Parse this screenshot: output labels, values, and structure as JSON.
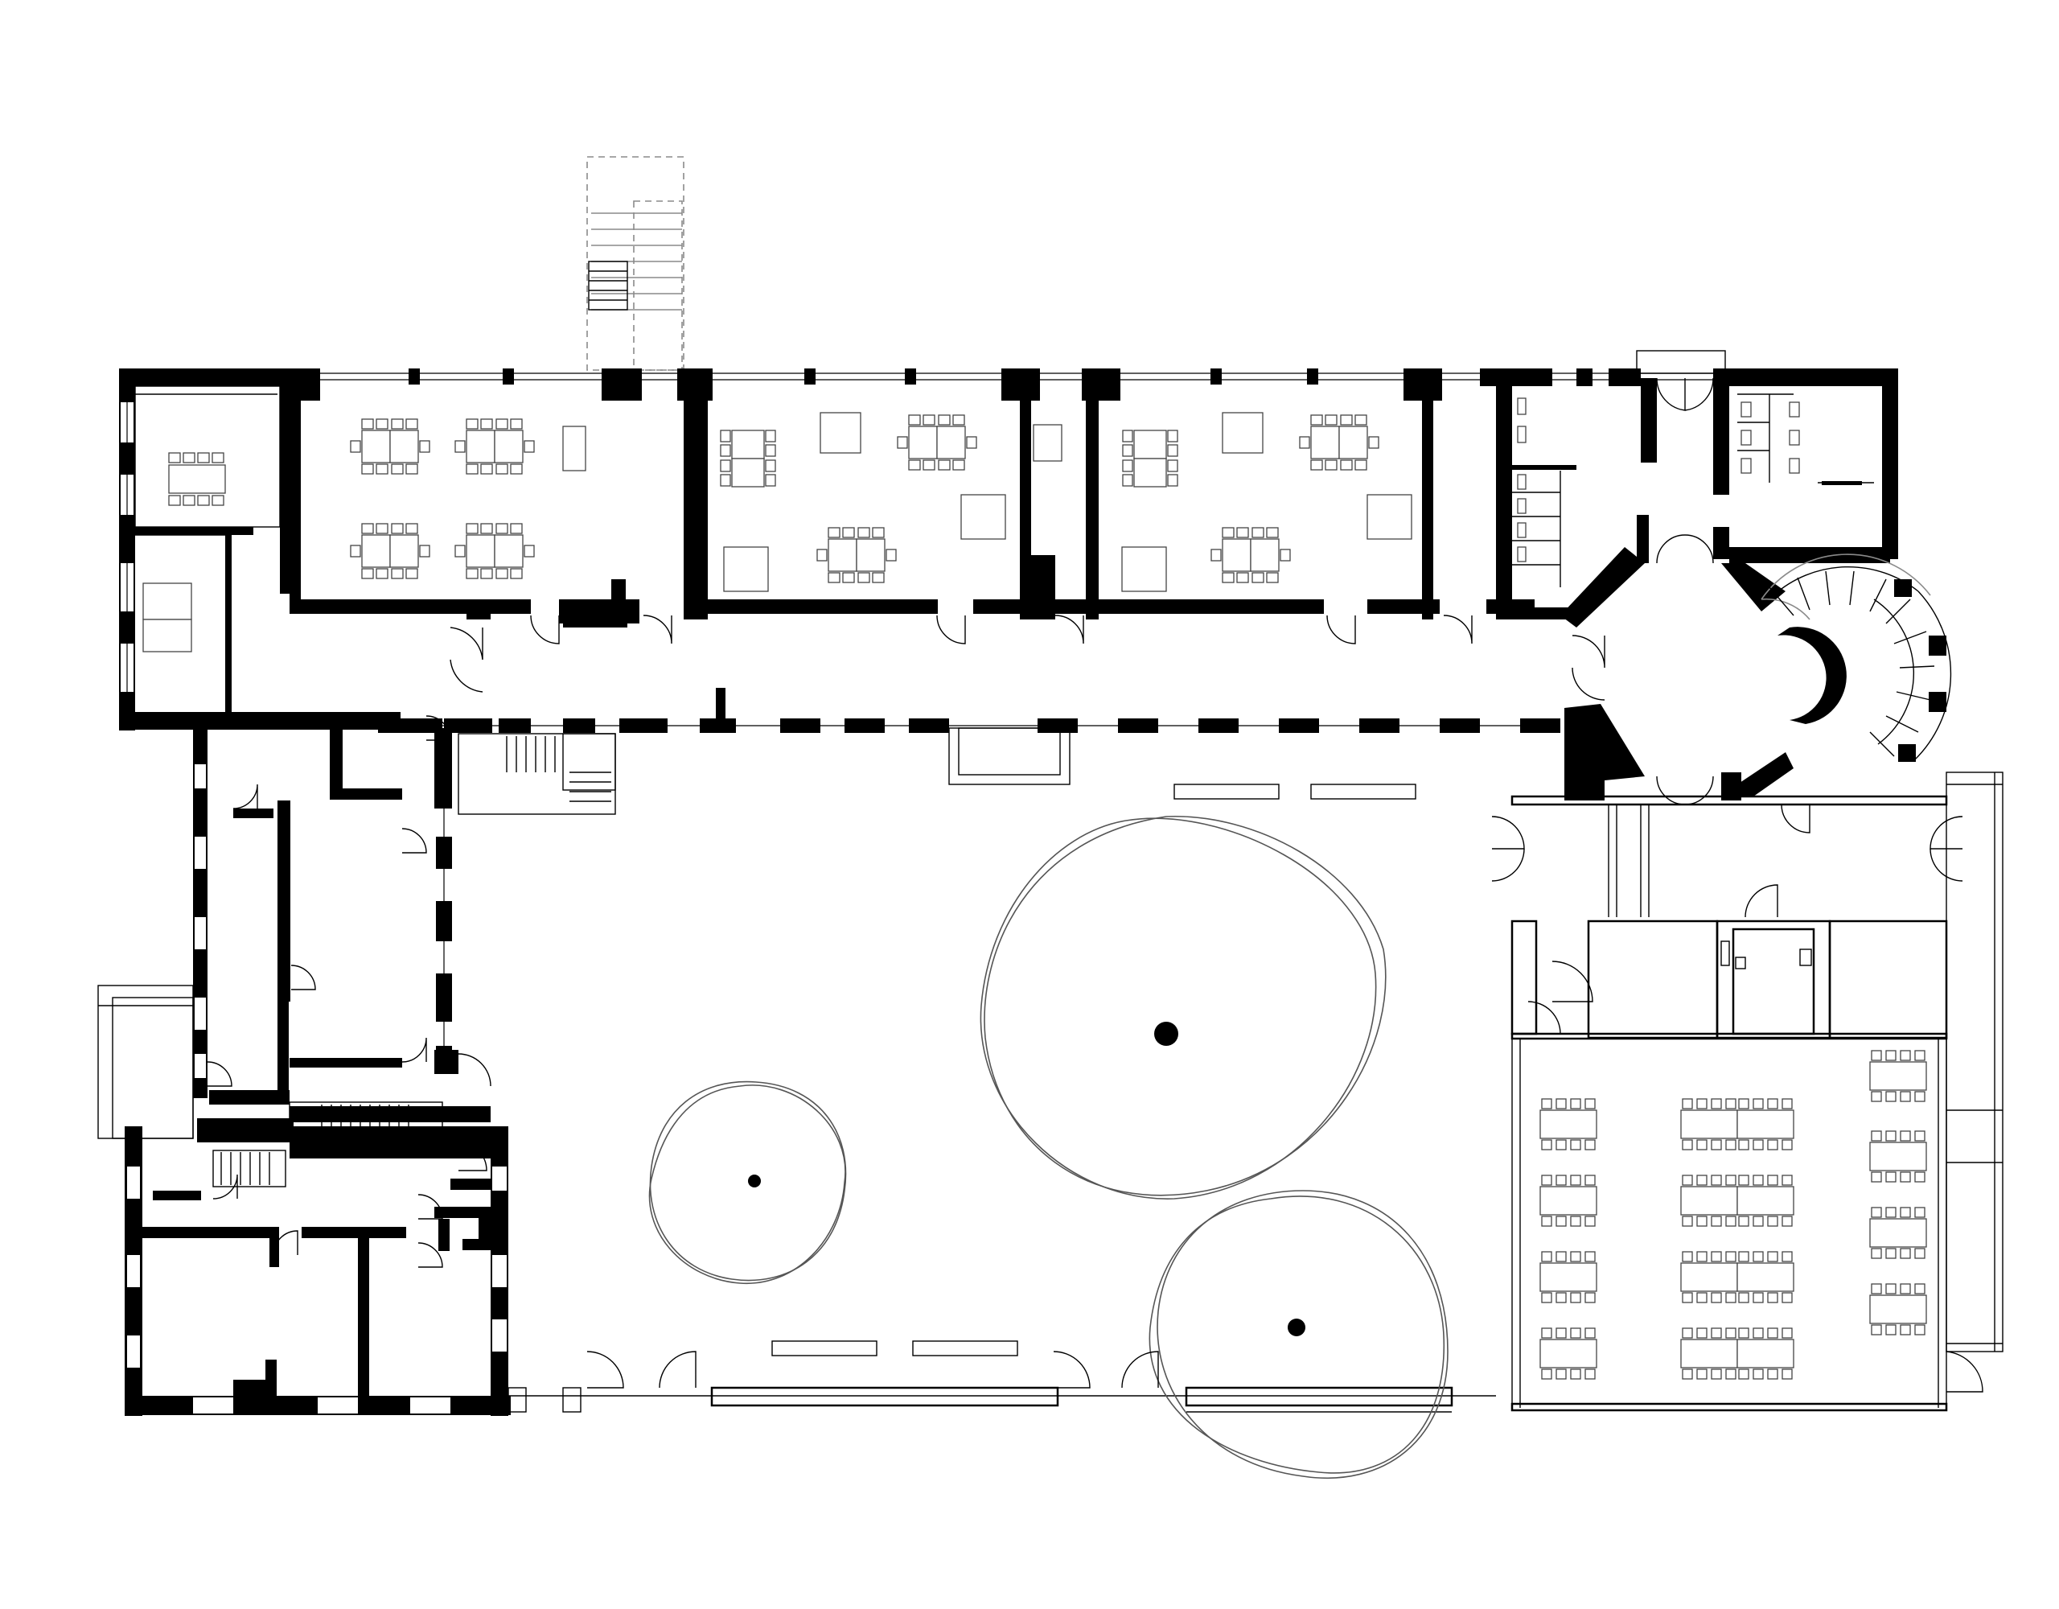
{
  "drawing": {
    "type": "architectural floor plan",
    "background": "#ffffff",
    "ink_color": "#000000",
    "furniture_color": "#444444",
    "canopy_color": "#555555",
    "annotations": []
  },
  "spaces": {
    "north_wing_classrooms": 3,
    "trees_in_courtyard": 3,
    "stairs": [
      "north-exterior-stair",
      "courtyard-stair",
      "spiral-stair",
      "west-wing-stair"
    ]
  }
}
